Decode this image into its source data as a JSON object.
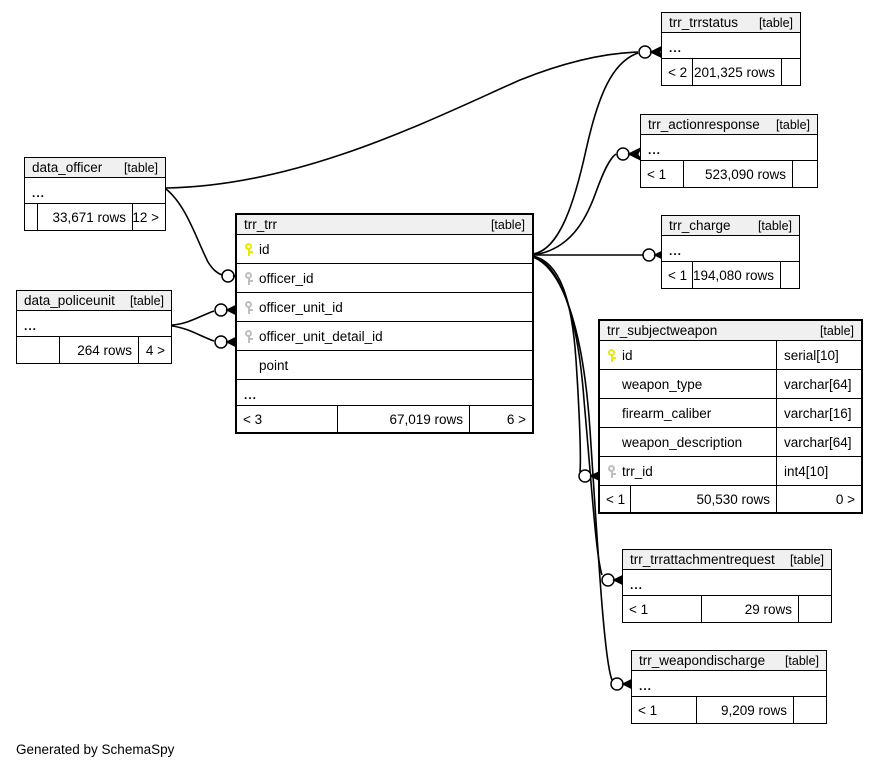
{
  "diagram": {
    "caption": "Generated by SchemaSpy",
    "table_tag": "[table]",
    "ellipsis": "...",
    "colors": {
      "pk_key": "#e8e80c",
      "fk_key": "#bfbfbf",
      "header_bg": "#f0f0f0",
      "line": "#000000"
    }
  },
  "tables": {
    "trr_trr": {
      "name": "trr_trr",
      "tag": "[table]",
      "columns": [
        {
          "name": "id",
          "key": "pk",
          "type": ""
        },
        {
          "name": "officer_id",
          "key": "fk",
          "type": ""
        },
        {
          "name": "officer_unit_id",
          "key": "fk",
          "type": ""
        },
        {
          "name": "officer_unit_detail_id",
          "key": "fk",
          "type": ""
        },
        {
          "name": "point",
          "key": "none",
          "type": ""
        }
      ],
      "more": "...",
      "footer": {
        "left": "< 3",
        "mid": "67,019 rows",
        "right": "6 >"
      }
    },
    "trr_subjectweapon": {
      "name": "trr_subjectweapon",
      "tag": "[table]",
      "columns": [
        {
          "name": "id",
          "key": "pk",
          "type": "serial[10]"
        },
        {
          "name": "weapon_type",
          "key": "none",
          "type": "varchar[64]"
        },
        {
          "name": "firearm_caliber",
          "key": "none",
          "type": "varchar[16]"
        },
        {
          "name": "weapon_description",
          "key": "none",
          "type": "varchar[64]"
        },
        {
          "name": "trr_id",
          "key": "fk",
          "type": "int4[10]"
        }
      ],
      "footer": {
        "left": "< 1",
        "mid": "50,530 rows",
        "right": "0 >"
      }
    },
    "data_officer": {
      "name": "data_officer",
      "tag": "[table]",
      "more": "...",
      "footer": {
        "left": "",
        "mid": "33,671 rows",
        "right": "12 >"
      }
    },
    "data_policeunit": {
      "name": "data_policeunit",
      "tag": "[table]",
      "more": "...",
      "footer": {
        "left": "",
        "mid": "264 rows",
        "right": "4 >"
      }
    },
    "trr_trrstatus": {
      "name": "trr_trrstatus",
      "tag": "[table]",
      "more": "...",
      "footer": {
        "left": "< 2",
        "mid": "201,325 rows",
        "right": ""
      }
    },
    "trr_actionresponse": {
      "name": "trr_actionresponse",
      "tag": "[table]",
      "more": "...",
      "footer": {
        "left": "< 1",
        "mid": "523,090 rows",
        "right": ""
      }
    },
    "trr_charge": {
      "name": "trr_charge",
      "tag": "[table]",
      "more": "...",
      "footer": {
        "left": "< 1",
        "mid": "194,080 rows",
        "right": ""
      }
    },
    "trr_trrattachmentrequest": {
      "name": "trr_trrattachmentrequest",
      "tag": "[table]",
      "more": "...",
      "footer": {
        "left": "< 1",
        "mid": "29 rows",
        "right": ""
      }
    },
    "trr_weapondischarge": {
      "name": "trr_weapondischarge",
      "tag": "[table]",
      "more": "...",
      "footer": {
        "left": "< 1",
        "mid": "9,209 rows",
        "right": ""
      }
    }
  },
  "relationships": [
    {
      "from": "data_officer",
      "to": "trr_trrstatus"
    },
    {
      "from": "data_officer",
      "to": "trr_trr.officer_id"
    },
    {
      "from": "data_policeunit",
      "to": "trr_trr.officer_unit_id"
    },
    {
      "from": "data_policeunit",
      "to": "trr_trr.officer_unit_detail_id"
    },
    {
      "from": "trr_trr.id",
      "to": "trr_trrstatus"
    },
    {
      "from": "trr_trr.id",
      "to": "trr_actionresponse"
    },
    {
      "from": "trr_trr.id",
      "to": "trr_charge"
    },
    {
      "from": "trr_trr.id",
      "to": "trr_subjectweapon.trr_id"
    },
    {
      "from": "trr_trr.id",
      "to": "trr_trrattachmentrequest"
    },
    {
      "from": "trr_trr.id",
      "to": "trr_weapondischarge"
    }
  ]
}
